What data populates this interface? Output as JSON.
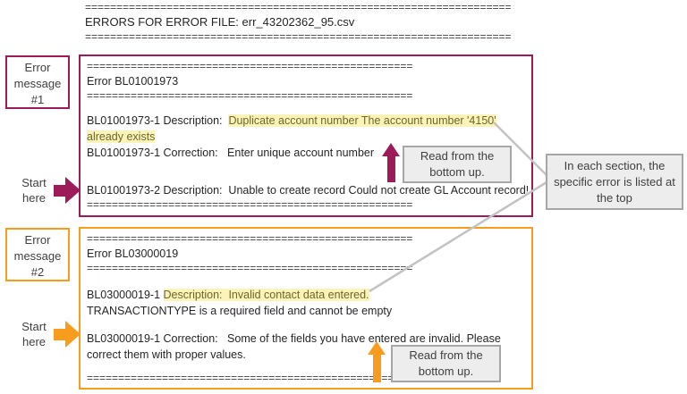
{
  "separators": {
    "header": "====================================================================",
    "box": "===================================================="
  },
  "header": {
    "title": "ERRORS FOR ERROR FILE: err_43202362_95.csv"
  },
  "annotations": {
    "error1_label": "Error message #1",
    "error2_label": "Error message #2",
    "start_here": "Start here",
    "read_note": "Read from the bottom up.",
    "section_note": "In each section, the specific error is listed at the top"
  },
  "error1": {
    "heading": "Error BL01001973",
    "desc1_prefix": "BL01001973-1 Description:  ",
    "desc1_highlight_lines": [
      "Duplicate account number The account number '4150'",
      "already exists"
    ],
    "correction": "BL01001973-1 Correction:   Enter unique account number",
    "desc2": "BL01001973-2 Description:  Unable to create record Could not create GL Account record!"
  },
  "error2": {
    "heading": "Error BL03000019",
    "desc_prefix": "BL03000019-1 ",
    "desc_highlight": "Description:  Invalid contact data entered.",
    "desc_line2": "TRANSACTIONTYPE is a required field and cannot be empty",
    "correction_lines": [
      "BL03000019-1 Correction:   Some of the fields you have entered are invalid. Please",
      "correct them with proper values."
    ]
  },
  "colors": {
    "error1_accent": "#9E1B59",
    "error2_accent": "#F79C1D",
    "highlight_bg": "#FBF3B9",
    "highlight_text": "#6C682B",
    "note_bg": "#EDEDED",
    "note_border": "#A6A6A6",
    "connector": "#C3C3C3",
    "text": "#262626"
  }
}
